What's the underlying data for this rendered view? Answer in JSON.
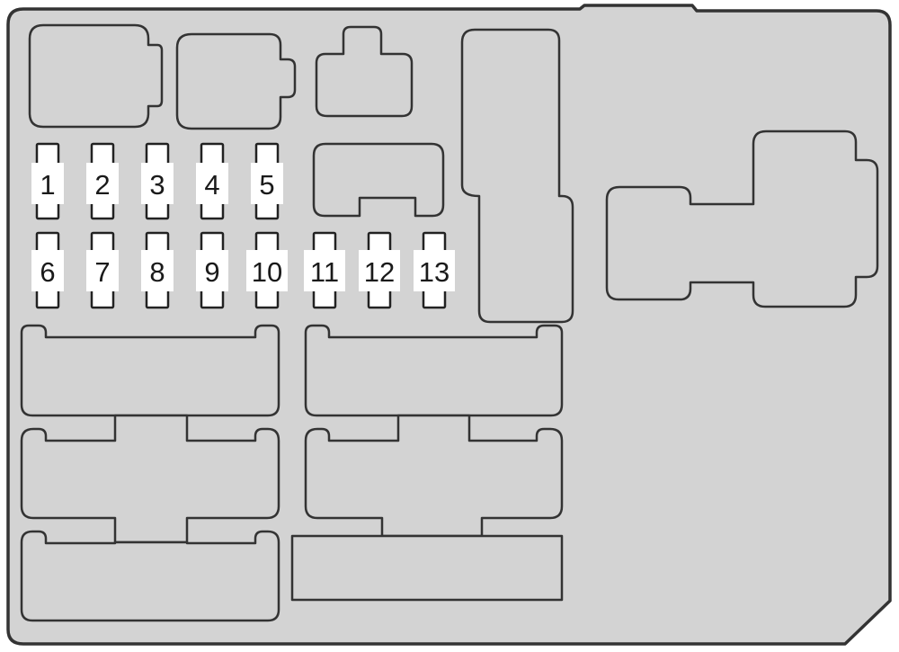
{
  "fuses": [
    {
      "id": "fuse-1",
      "label": "1"
    },
    {
      "id": "fuse-2",
      "label": "2"
    },
    {
      "id": "fuse-3",
      "label": "3"
    },
    {
      "id": "fuse-4",
      "label": "4"
    },
    {
      "id": "fuse-5",
      "label": "5"
    },
    {
      "id": "fuse-6",
      "label": "6"
    },
    {
      "id": "fuse-7",
      "label": "7"
    },
    {
      "id": "fuse-8",
      "label": "8"
    },
    {
      "id": "fuse-9",
      "label": "9"
    },
    {
      "id": "fuse-10",
      "label": "10"
    },
    {
      "id": "fuse-11",
      "label": "11"
    },
    {
      "id": "fuse-12",
      "label": "12"
    },
    {
      "id": "fuse-13",
      "label": "13"
    }
  ],
  "colors": {
    "panel": "#d3d3d3",
    "stroke": "#333333",
    "fuse_fill": "#ffffff",
    "label_text": "#1a1a1a"
  }
}
